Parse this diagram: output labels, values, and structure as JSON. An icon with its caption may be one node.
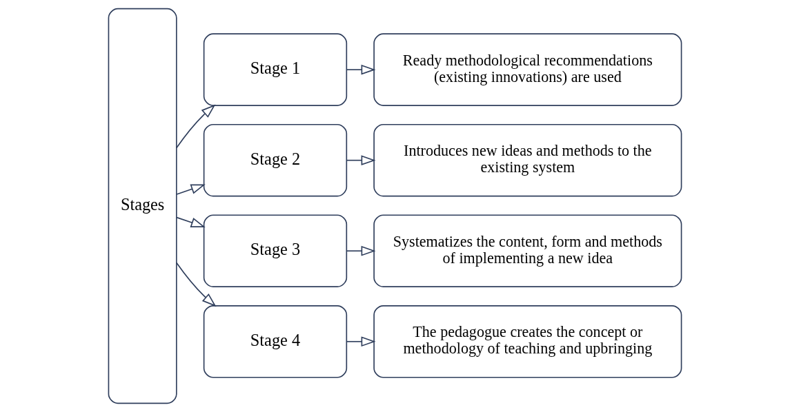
{
  "diagram": {
    "nodes": [
      {
        "text": [
          "Stages"
        ]
      },
      {
        "text": [
          "Stage 1"
        ]
      },
      {
        "text": [
          "Stage 2"
        ]
      },
      {
        "text": [
          "Stage 3"
        ]
      },
      {
        "text": [
          "Stage 4"
        ]
      },
      {
        "text": [
          "Ready methodological recommendations (existing innovations) are used"
        ]
      },
      {
        "text": [
          "Introduces new ideas and methods to the existing system"
        ]
      },
      {
        "text": [
          "Systematizes the content, form and methods of implementing a new idea"
        ]
      },
      {
        "text": [
          "The pedagogue creates the concept or methodology of teaching and upbringing"
        ]
      }
    ],
    "edges": [
      {
        "from": 0,
        "to": 1,
        "arrow": "to"
      },
      {
        "from": 0,
        "to": 2,
        "arrow": "to"
      },
      {
        "from": 0,
        "to": 3,
        "arrow": "to"
      },
      {
        "from": 0,
        "to": 4,
        "arrow": "to"
      },
      {
        "from": 1,
        "to": 5,
        "arrow": "to"
      },
      {
        "from": 2,
        "to": 6,
        "arrow": "to"
      },
      {
        "from": 3,
        "to": 7,
        "arrow": "to"
      },
      {
        "from": 4,
        "to": 8,
        "arrow": "to"
      }
    ]
  }
}
